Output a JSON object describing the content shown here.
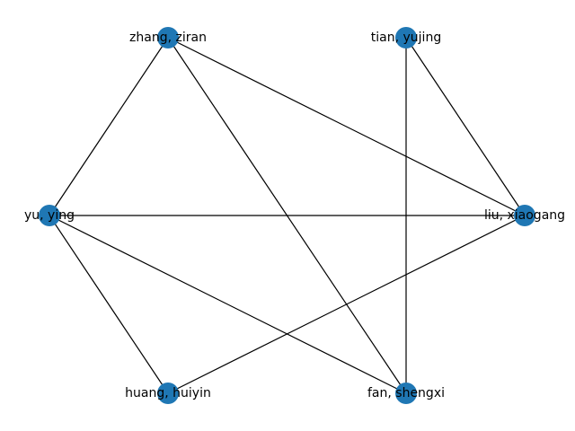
{
  "graph": {
    "node_color": "#1f77b4",
    "edge_color": "#000000",
    "nodes": [
      {
        "id": "zhang",
        "label": "zhang, ziran"
      },
      {
        "id": "tian",
        "label": "tian, yujing"
      },
      {
        "id": "yu",
        "label": "yu, ying"
      },
      {
        "id": "liu",
        "label": "liu, xiaogang"
      },
      {
        "id": "huang",
        "label": "huang, huiyin"
      },
      {
        "id": "fan",
        "label": "fan, shengxi"
      }
    ],
    "edges": [
      [
        "zhang",
        "yu"
      ],
      [
        "zhang",
        "liu"
      ],
      [
        "zhang",
        "fan"
      ],
      [
        "tian",
        "liu"
      ],
      [
        "tian",
        "fan"
      ],
      [
        "yu",
        "liu"
      ],
      [
        "yu",
        "huang"
      ],
      [
        "yu",
        "fan"
      ],
      [
        "liu",
        "huang"
      ]
    ]
  }
}
